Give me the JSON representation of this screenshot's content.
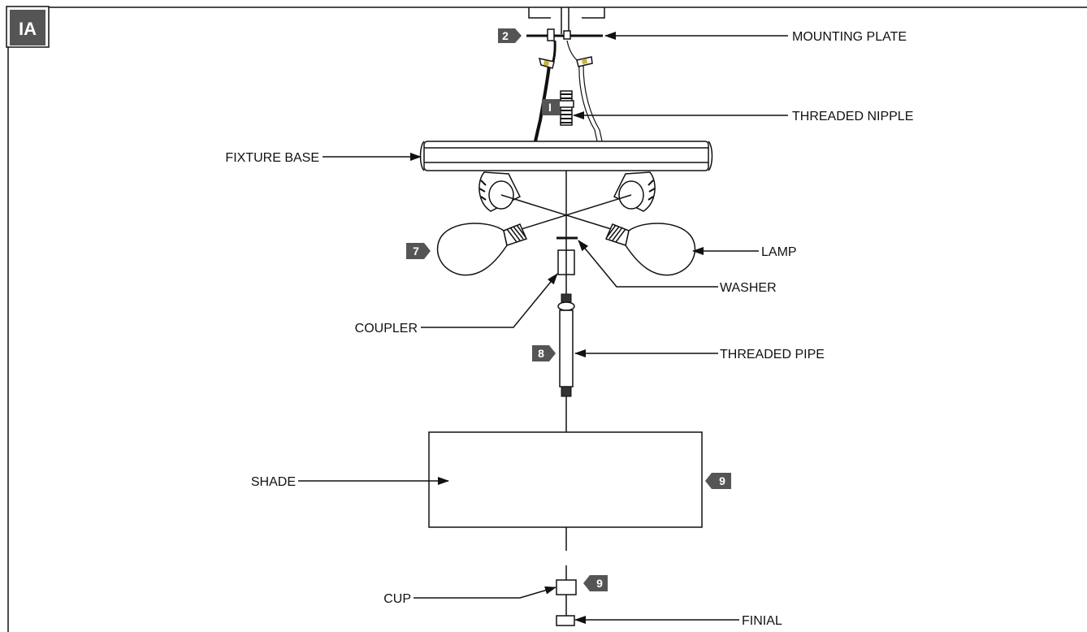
{
  "figure": {
    "tag": "IA"
  },
  "labels": {
    "mounting_plate": "MOUNTING PLATE",
    "threaded_nipple": "THREADED NIPPLE",
    "fixture_base": "FIXTURE BASE",
    "lamp": "LAMP",
    "washer": "WASHER",
    "coupler": "COUPLER",
    "threaded_pipe": "THREADED PIPE",
    "shade": "SHADE",
    "cup": "CUP",
    "finial": "FINIAL"
  },
  "steps": {
    "mounting_plate": "2",
    "threaded_nipple": "I",
    "lamp": "7",
    "threaded_pipe": "8",
    "shade": "9",
    "cup": "9"
  },
  "colors": {
    "badge": "#555555",
    "line": "#111111"
  }
}
